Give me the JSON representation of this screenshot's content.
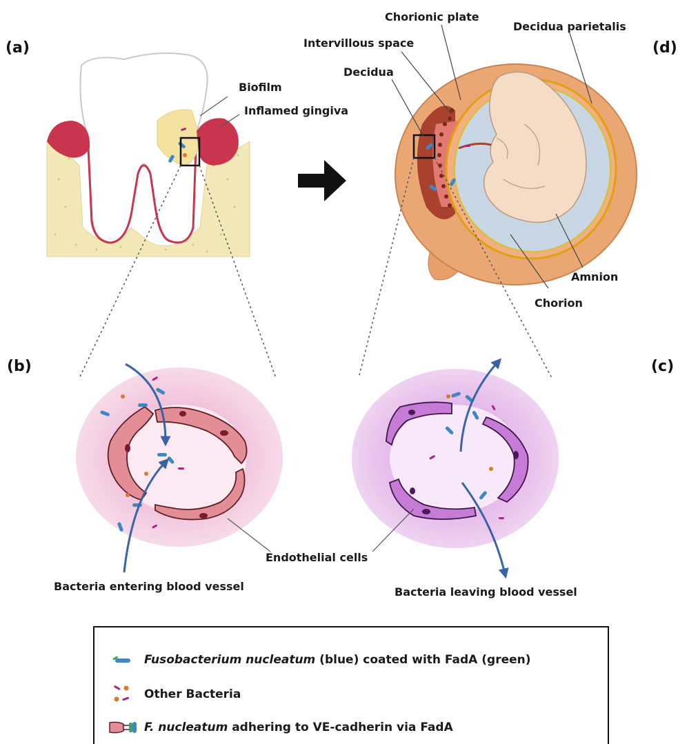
{
  "panels": {
    "a": "(a)",
    "b": "(b)",
    "c": "(c)",
    "d": "(d)"
  },
  "tooth_labels": {
    "biofilm": "Biofilm",
    "inflamed_gingiva": "Inflamed gingiva"
  },
  "placenta_labels": {
    "chorionic_plate": "Chorionic plate",
    "decidua_parietalis": "Decidua parietalis",
    "intervillous_space": "Intervillous space",
    "decidua": "Decidua",
    "amnion": "Amnion",
    "chorion": "Chorion"
  },
  "vessel_labels": {
    "endothelial_cells": "Endothelial cells",
    "entering": "Bacteria entering blood vessel",
    "leaving": "Bacteria leaving blood vessel"
  },
  "legend": {
    "fuso_name": "Fusobacterium nucleatum",
    "fuso_rest": " (blue) coated with FadA  (green)",
    "other": "Other Bacteria",
    "adhere_name": "F. nucleatum",
    "adhere_rest": " adhering to VE-cadherin via FadA"
  },
  "colors": {
    "fuso_blue": "#3f86c4",
    "fada_green": "#3aa56b",
    "other_magenta": "#b0208c",
    "other_orange": "#d97a2a",
    "arrow_blue": "#3a62a8",
    "gingiva_red": "#c9354f"
  }
}
